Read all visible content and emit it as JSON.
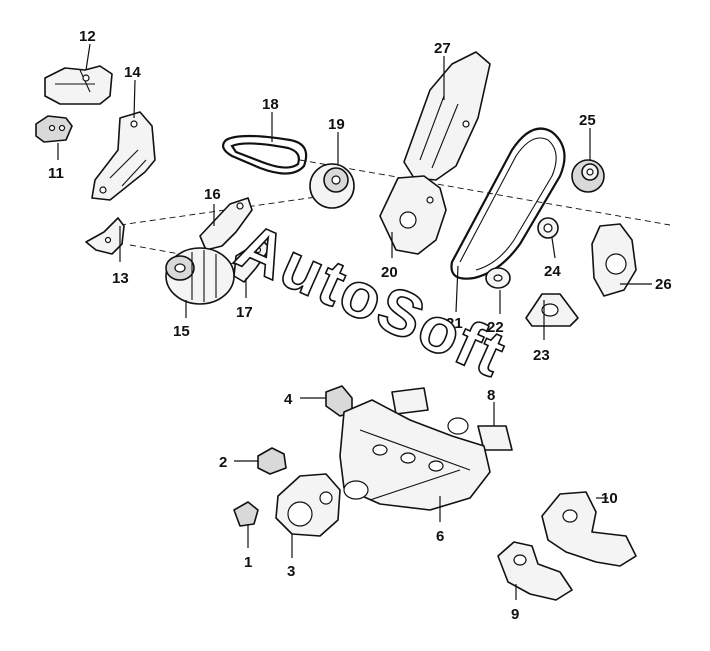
{
  "watermark": "AutoSoft",
  "callouts": {
    "c1": "1",
    "c2": "2",
    "c3": "3",
    "c4": "4",
    "c6": "6",
    "c8": "8",
    "c9": "9",
    "c10": "10",
    "c11": "11",
    "c12": "12",
    "c13": "13",
    "c14": "14",
    "c15": "15",
    "c16": "16",
    "c17": "17",
    "c18": "18",
    "c19": "19",
    "c20": "20",
    "c21": "21",
    "c22": "22",
    "c23": "23",
    "c24": "24",
    "c25": "25",
    "c26": "26",
    "c27": "27"
  },
  "colors": {
    "line": "#111111",
    "background": "#ffffff",
    "part_fill": "#f4f4f4"
  }
}
